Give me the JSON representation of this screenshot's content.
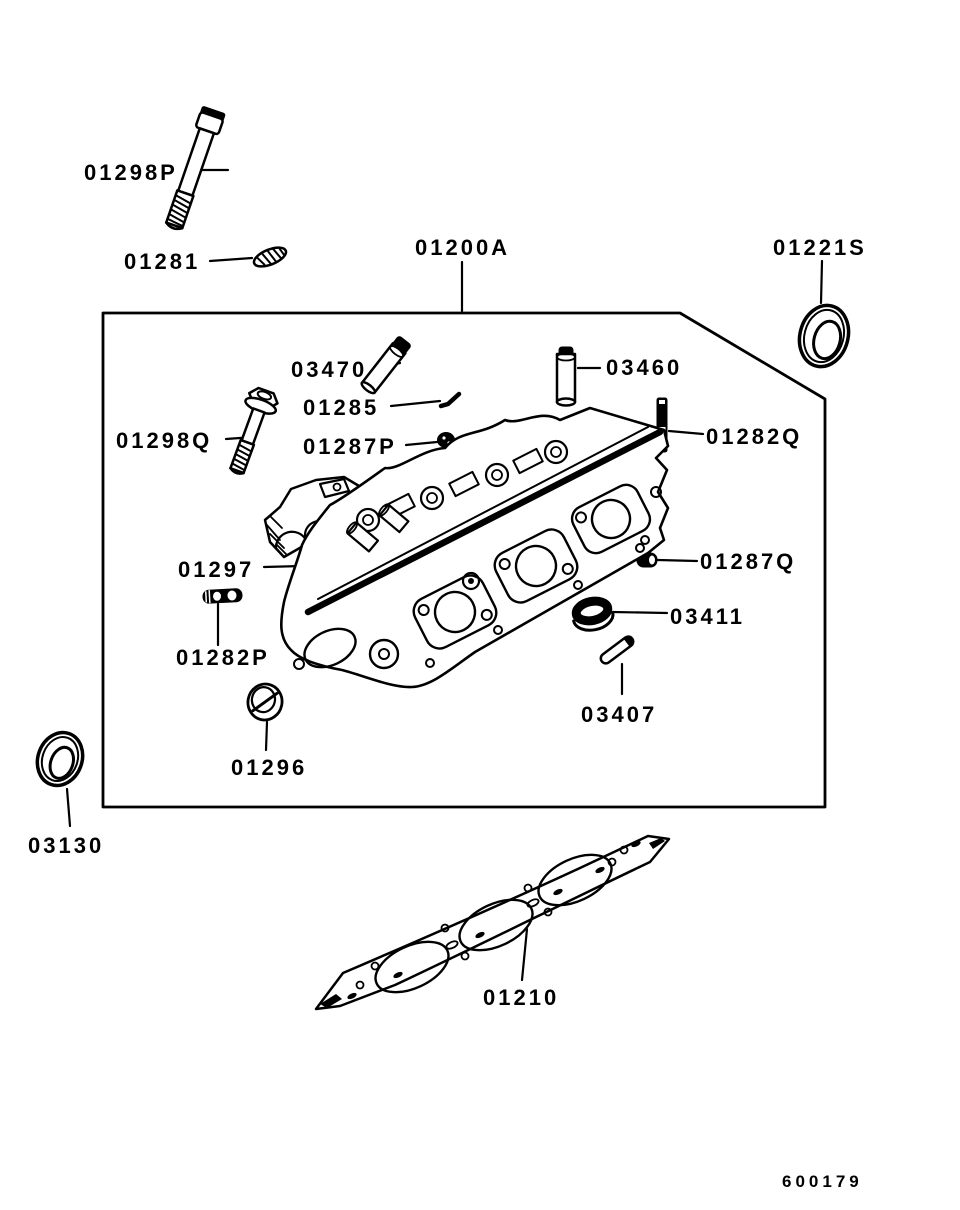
{
  "doc_number": "600179",
  "colors": {
    "line": "#000000",
    "background": "#ffffff"
  },
  "assembly": {
    "box_part_no": "01200A"
  },
  "callouts": [
    {
      "part_no": "01298P"
    },
    {
      "part_no": "01281"
    },
    {
      "part_no": "01200A"
    },
    {
      "part_no": "01221S"
    },
    {
      "part_no": "03470"
    },
    {
      "part_no": "03460"
    },
    {
      "part_no": "01285"
    },
    {
      "part_no": "01298Q"
    },
    {
      "part_no": "01287P"
    },
    {
      "part_no": "01282Q"
    },
    {
      "part_no": "01297"
    },
    {
      "part_no": "01287Q"
    },
    {
      "part_no": "01282P"
    },
    {
      "part_no": "03411"
    },
    {
      "part_no": "03407"
    },
    {
      "part_no": "01296"
    },
    {
      "part_no": "03130"
    },
    {
      "part_no": "01210"
    }
  ]
}
